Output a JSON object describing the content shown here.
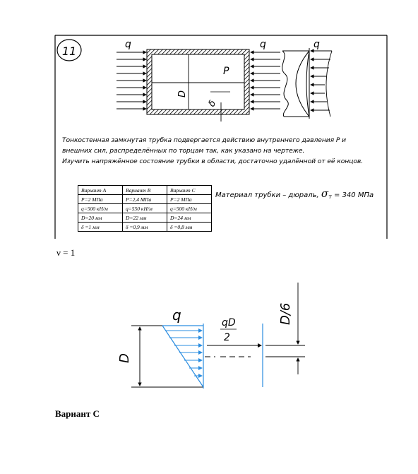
{
  "drawing": {
    "problem_number": "11",
    "label_q": "q",
    "label_p": "P",
    "label_d": "D",
    "label_delta": "δ"
  },
  "statement": [
    "Тонкостенная замкнутая трубка подвергается действию внутреннего давления P и",
    "внешних сил, распределённых по торцам так, как указано на чертеже.",
    "Изучить напряжённое состояние трубки в области, достаточно удалённой от её концов."
  ],
  "variants_table": [
    [
      "Вариант А",
      "Вариант В",
      "Вариант С"
    ],
    [
      "P=2 МПа",
      "P=2,4 МПа",
      "P=2 МПа"
    ],
    [
      "q=500 кН/м",
      "q=550 кН/м",
      "q=500 кН/м"
    ],
    [
      "D=20 мм",
      "D=22 мм",
      "D=24 мм"
    ],
    [
      "δ =1 мм",
      "δ =0,9 мм",
      "δ =0,8 мм"
    ]
  ],
  "material": {
    "text": "Материал трубки – дюраль,",
    "sigma": "σ",
    "sub": "т",
    "value": "= 340 МПа"
  },
  "nu_formula": "ν = 1",
  "sketch": {
    "label_q": "q",
    "label_d": "D",
    "label_qd": "qD",
    "label_2": "2",
    "label_d6": "D/6",
    "accent_color": "#2a8de0"
  },
  "variant_heading": "Вариант С"
}
